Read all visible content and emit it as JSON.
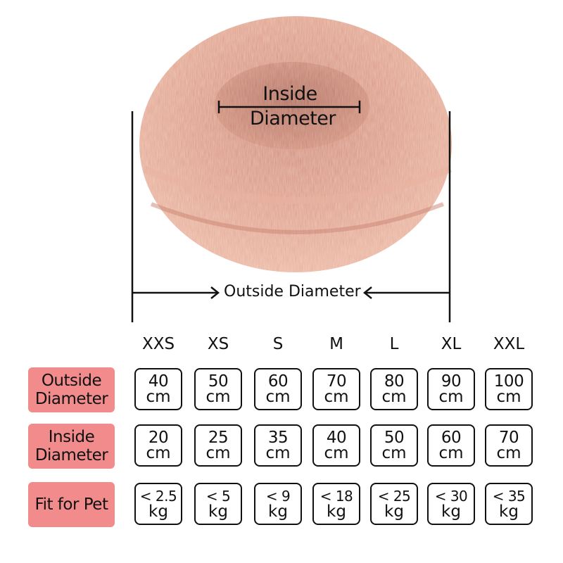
{
  "figure": {
    "inside_label_line1": "Inside",
    "inside_label_line2": "Diameter",
    "outside_label": "Outside Diameter",
    "colors": {
      "fur": "#d9937f",
      "fur_dark": "#b86f5f",
      "fur_light": "#f0b7a3",
      "line": "#111111"
    }
  },
  "sizes": [
    "XXS",
    "XS",
    "S",
    "M",
    "L",
    "XL",
    "XXL"
  ],
  "rows": [
    {
      "label": "Outside\nDiameter",
      "values": [
        "40",
        "50",
        "60",
        "70",
        "80",
        "90",
        "100"
      ],
      "unit": "cm",
      "kind": "dim"
    },
    {
      "label": "Inside\nDiameter",
      "values": [
        "20",
        "25",
        "35",
        "40",
        "50",
        "60",
        "70"
      ],
      "unit": "cm",
      "kind": "dim"
    },
    {
      "label": "Fit for Pet",
      "values": [
        "< 2.5",
        "< 5",
        "< 9",
        "< 18",
        "< 25",
        "< 30",
        "< 35"
      ],
      "unit": "kg",
      "kind": "pet"
    }
  ],
  "colors": {
    "label_bg": "#f28c8c",
    "border": "#111111"
  }
}
